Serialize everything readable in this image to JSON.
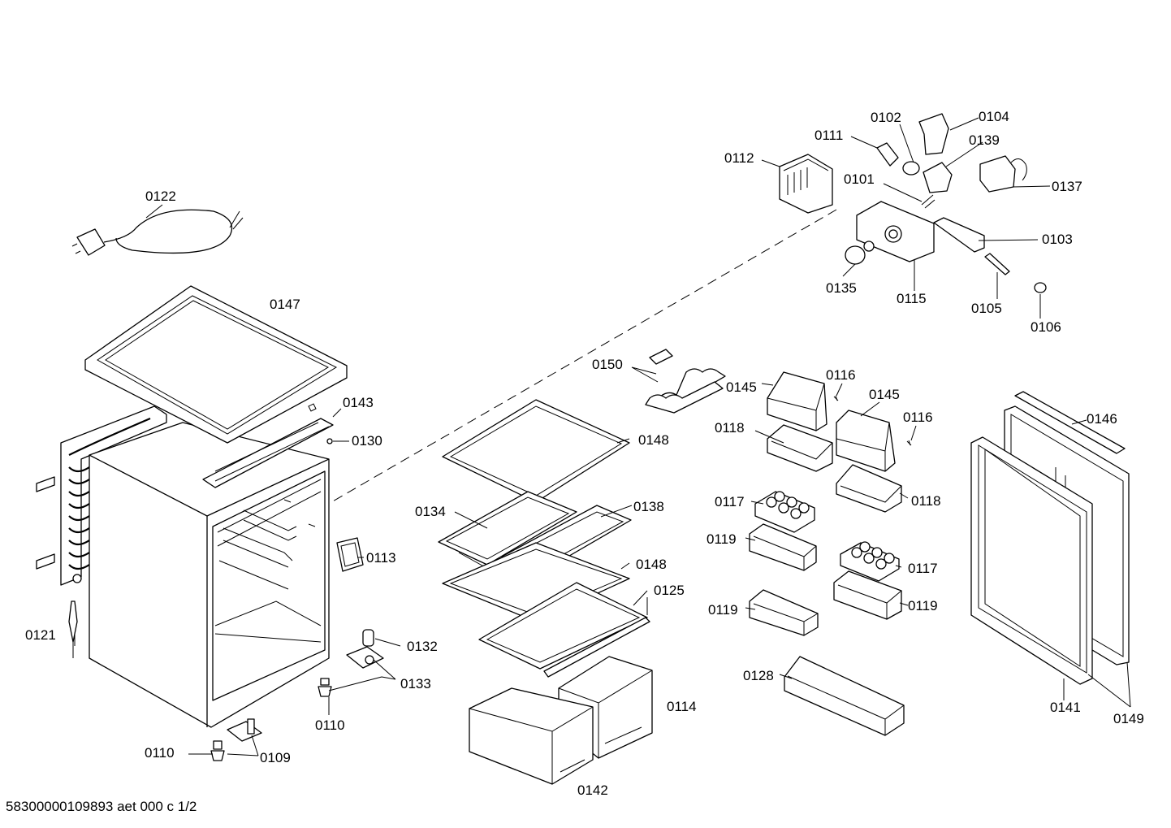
{
  "footer": "58300000109893 aet 000 c 1/2",
  "labels": {
    "l0102": "0102",
    "l0104": "0104",
    "l0111": "0111",
    "l0139": "0139",
    "l0112": "0112",
    "l0101": "0101",
    "l0137": "0137",
    "l0103": "0103",
    "l0135": "0135",
    "l0115": "0115",
    "l0105": "0105",
    "l0106": "0106",
    "l0122": "0122",
    "l0147": "0147",
    "l0143": "0143",
    "l0130": "0130",
    "l0113": "0113",
    "l0121": "0121",
    "l0132": "0132",
    "l0133": "0133",
    "l0110a": "0110",
    "l0110b": "0110",
    "l0109": "0109",
    "l0150": "0150",
    "l0145a": "0145",
    "l0116a": "0116",
    "l0145b": "0145",
    "l0116b": "0116",
    "l0118a": "0118",
    "l0118b": "0118",
    "l0148a": "0148",
    "l0134": "0134",
    "l0138": "0138",
    "l0148b": "0148",
    "l0125": "0125",
    "l0117a": "0117",
    "l0117b": "0117",
    "l0119a": "0119",
    "l0119b": "0119",
    "l0119c": "0119",
    "l0146": "0146",
    "l0128": "0128",
    "l0114": "0114",
    "l0142": "0142",
    "l0141": "0141",
    "l0149": "0149"
  }
}
